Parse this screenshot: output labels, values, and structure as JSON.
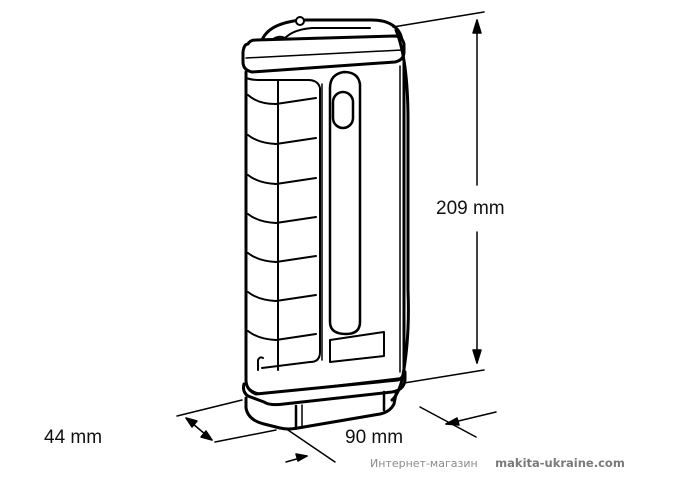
{
  "diagram": {
    "subject": "battery-powered work light (line drawing)",
    "dimensions": {
      "height": "209 mm",
      "depth": "44 mm",
      "width": "90 mm"
    },
    "line_color": "#000000",
    "background": "#ffffff"
  },
  "watermark": {
    "shop_label": "Интернет-магазин",
    "site": "makita-ukraine.com",
    "color": "#8a8a8a"
  }
}
